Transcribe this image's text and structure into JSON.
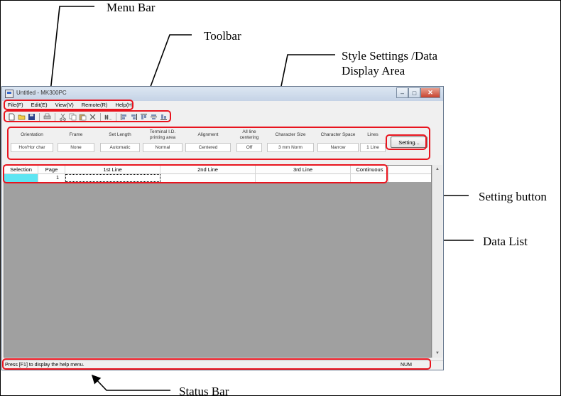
{
  "callouts": {
    "menu_bar": "Menu Bar",
    "toolbar": "Toolbar",
    "style_area_line1": "Style Settings /Data",
    "style_area_line2": "Display Area",
    "setting_button": "Setting button",
    "data_list": "Data List",
    "status_bar": "Status Bar"
  },
  "window": {
    "title": "Untitled - MK300PC",
    "controls": [
      "–",
      "□",
      "✕"
    ]
  },
  "menu": [
    "File(F)",
    "Edit(E)",
    "View(V)",
    "Remote(R)",
    "Help(H)"
  ],
  "toolbar_icons": [
    "new-file-icon",
    "open-folder-icon",
    "save-icon",
    "print-icon",
    "cut-icon",
    "copy-icon",
    "paste-icon",
    "delete-icon",
    "number-icon",
    "align-left-icon",
    "align-right-icon",
    "align-top-icon",
    "align-center-icon",
    "align-bottom-icon"
  ],
  "style_settings": [
    {
      "header": "Orientation",
      "value": "Hor/Hor char"
    },
    {
      "header": "Frame",
      "value": "None"
    },
    {
      "header": "Set Length",
      "value": "Automatic"
    },
    {
      "header": "Terminal I.D. printing area",
      "value": "Normal"
    },
    {
      "header": "Alignment",
      "value": "Centered"
    },
    {
      "header": "All line centering",
      "value": "Off"
    },
    {
      "header": "Character Size",
      "value": "3 mm Norm"
    },
    {
      "header": "Character Space",
      "value": "Narrow"
    },
    {
      "header": "Lines",
      "value": "1 Line"
    }
  ],
  "setting_button_label": "Setting...",
  "data_list": {
    "columns": [
      "Selection",
      "Page",
      "1st Line",
      "2nd Line",
      "3rd Line",
      "Continuous"
    ],
    "rows": [
      {
        "selection": "",
        "page": "1",
        "line1": "",
        "line2": "",
        "line3": "",
        "continuous": ""
      }
    ]
  },
  "status_bar": {
    "message": "Press [F1] to display the help menu.",
    "indicator": "NUM"
  },
  "colors": {
    "highlight": "#e8141e",
    "selection": "#5ee5f2",
    "list_background": "#a0a0a0"
  }
}
